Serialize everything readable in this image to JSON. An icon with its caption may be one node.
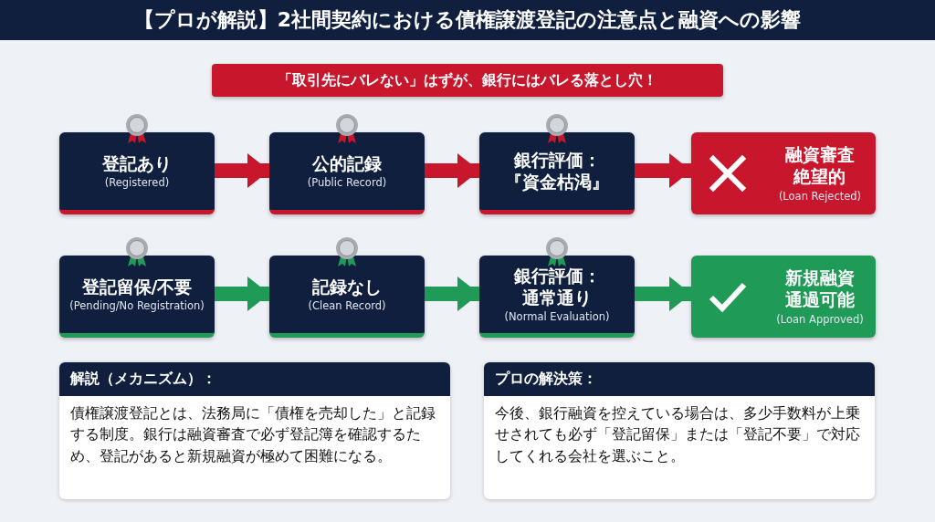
{
  "diagram": {
    "title": "【プロが解説】2社間契約における債権譲渡登記の注意点と融資への影響",
    "nodes": [
      {
        "text": [
          "「取引先にバレない」はずが、銀行にはバレる落とし穴！"
        ]
      },
      {
        "text": [
          "登記あり",
          "(Registered)"
        ]
      },
      {
        "text": [
          "公的記録",
          "(Public Record)"
        ]
      },
      {
        "text": [
          "銀行評価：『資金枯渇』"
        ]
      },
      {
        "text": [
          "融資審査絶望的",
          "(Loan Rejected)"
        ]
      },
      {
        "text": [
          "登記留保/不要",
          "(Pending/No Registration)"
        ]
      },
      {
        "text": [
          "記録なし",
          "(Clean Record)"
        ]
      },
      {
        "text": [
          "銀行評価：通常通り",
          "(Normal Evaluation)"
        ]
      },
      {
        "text": [
          "新規融資通過可能",
          "(Loan Approved)"
        ]
      },
      {
        "text": [
          "解説（メカニズム）：",
          "債権譲渡登記とは、法務局に「債権を売却した」と記録する制度。銀行は融資審査で必ず登記簿を確認するため、登記があると新規融資が極めて困難になる。"
        ]
      },
      {
        "text": [
          "プロの解決策：",
          "今後、銀行融資を控えている場合は、多少手数料が上乗せされても必ず「登記留保」または「登記不要」で対応してくれる会社を選ぶこと。"
        ]
      }
    ],
    "edges": [
      {
        "from": 1,
        "to": 2,
        "arrow": "to",
        "color": "#c8162c"
      },
      {
        "from": 2,
        "to": 3,
        "arrow": "to",
        "color": "#c8162c"
      },
      {
        "from": 3,
        "to": 4,
        "arrow": "to",
        "color": "#c8162c"
      },
      {
        "from": 5,
        "to": 6,
        "arrow": "to",
        "color": "#1f9a57"
      },
      {
        "from": 6,
        "to": 7,
        "arrow": "to",
        "color": "#1f9a57"
      },
      {
        "from": 7,
        "to": 8,
        "arrow": "to",
        "color": "#1f9a57"
      }
    ]
  }
}
